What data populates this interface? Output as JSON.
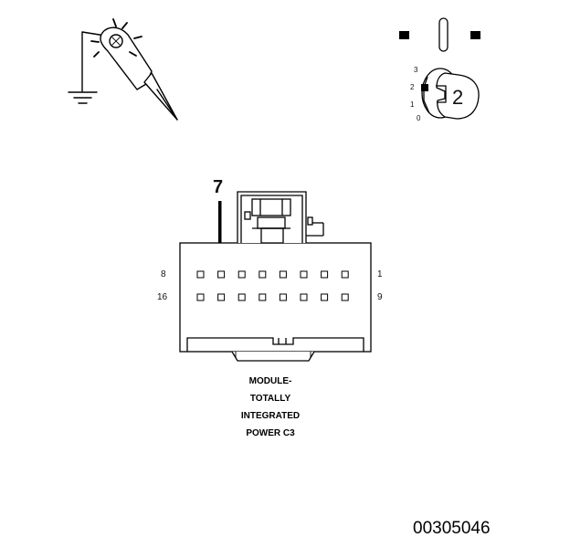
{
  "connector": {
    "caption_lines": [
      "MODULE-",
      "TOTALLY",
      "INTEGRATED",
      "POWER C3"
    ],
    "row_top": {
      "left_pin": "8",
      "right_pin": "1"
    },
    "row_bottom": {
      "left_pin": "16",
      "right_pin": "9"
    },
    "highlighted_pin": "7",
    "cavities_per_row": 8
  },
  "ignition": {
    "positions": [
      "3",
      "2",
      "1",
      "0"
    ],
    "selected_position": "2"
  },
  "icons": [
    "test-light-icon",
    "ground-symbol-icon",
    "ignition-key-icon",
    "fuse-icon",
    "arrow-down-icon"
  ],
  "figure_id": "00305046",
  "colors": {
    "line": "#000000",
    "background": "#ffffff"
  }
}
